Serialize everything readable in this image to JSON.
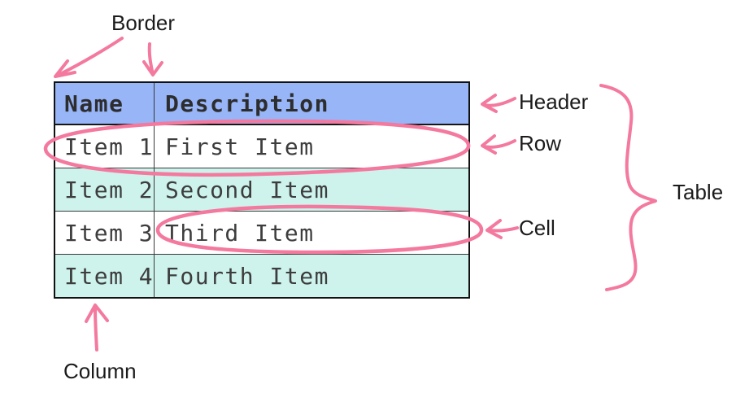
{
  "table": {
    "columns": [
      "Name",
      "Description"
    ],
    "rows": [
      {
        "name": "Item 1",
        "description": "First Item"
      },
      {
        "name": "Item 2",
        "description": "Second Item"
      },
      {
        "name": "Item 3",
        "description": "Third Item"
      },
      {
        "name": "Item 4",
        "description": "Fourth Item"
      }
    ]
  },
  "annotations": {
    "border_label": "Border",
    "header_label": "Header",
    "row_label": "Row",
    "cell_label": "Cell",
    "table_label": "Table",
    "column_label": "Column"
  },
  "colors": {
    "accent_pink": "#f4799f",
    "header_bg": "#97b5f7",
    "row_alt_bg": "#cdf3ec",
    "row_bg": "#ffffff",
    "border": "#111111",
    "text": "#3d3d3d"
  }
}
